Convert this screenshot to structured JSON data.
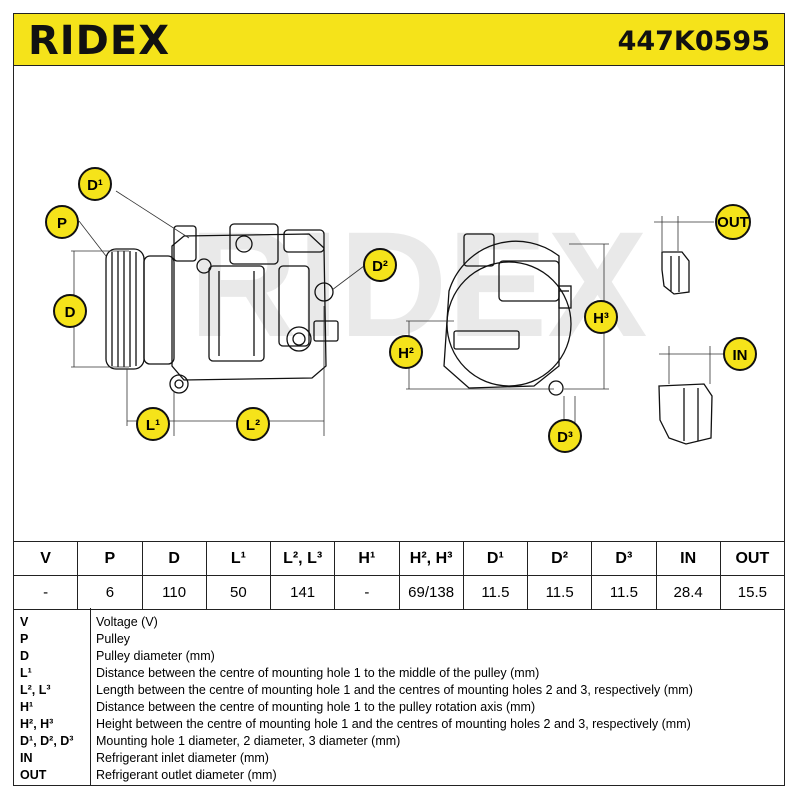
{
  "header": {
    "brand": "RIDEX",
    "part_number": "447K0595"
  },
  "callouts": {
    "d1": "D¹",
    "p": "P",
    "d": "D",
    "d2": "D²",
    "l1": "L¹",
    "l2": "L²",
    "h3": "H³",
    "h2": "H²",
    "d3": "D³",
    "out": "OUT",
    "in": "IN"
  },
  "watermark": "RIDEX",
  "specs": {
    "headers": [
      "V",
      "P",
      "D",
      "L¹",
      "L², L³",
      "H¹",
      "H², H³",
      "D¹",
      "D²",
      "D³",
      "IN",
      "OUT"
    ],
    "values": [
      "-",
      "6",
      "110",
      "50",
      "141",
      "-",
      "69/138",
      "11.5",
      "11.5",
      "11.5",
      "28.4",
      "15.5"
    ]
  },
  "legend": [
    {
      "key": "V",
      "text": "Voltage (V)"
    },
    {
      "key": "P",
      "text": "Pulley"
    },
    {
      "key": "D",
      "text": "Pulley diameter (mm)"
    },
    {
      "key": "L¹",
      "text": "Distance between the centre of mounting hole 1 to the middle of the pulley (mm)"
    },
    {
      "key": "L², L³",
      "text": "Length between the centre of mounting hole 1 and the centres of mounting holes 2 and 3, respectively (mm)"
    },
    {
      "key": "H¹",
      "text": "Distance between the centre of mounting hole 1 to the pulley rotation axis (mm)"
    },
    {
      "key": "H², H³",
      "text": "Height between the centre of mounting hole 1 and the centres of mounting holes 2 and 3, respectively (mm)"
    },
    {
      "key": "D¹, D², D³",
      "text": "Mounting hole 1 diameter, 2 diameter, 3 diameter (mm)"
    },
    {
      "key": "IN",
      "text": "Refrigerant inlet diameter (mm)"
    },
    {
      "key": "OUT",
      "text": "Refrigerant outlet diameter (mm)"
    }
  ],
  "colors": {
    "header_bg": "#f5e31a",
    "badge_bg": "#f5e31a",
    "badge_border": "#111111"
  }
}
